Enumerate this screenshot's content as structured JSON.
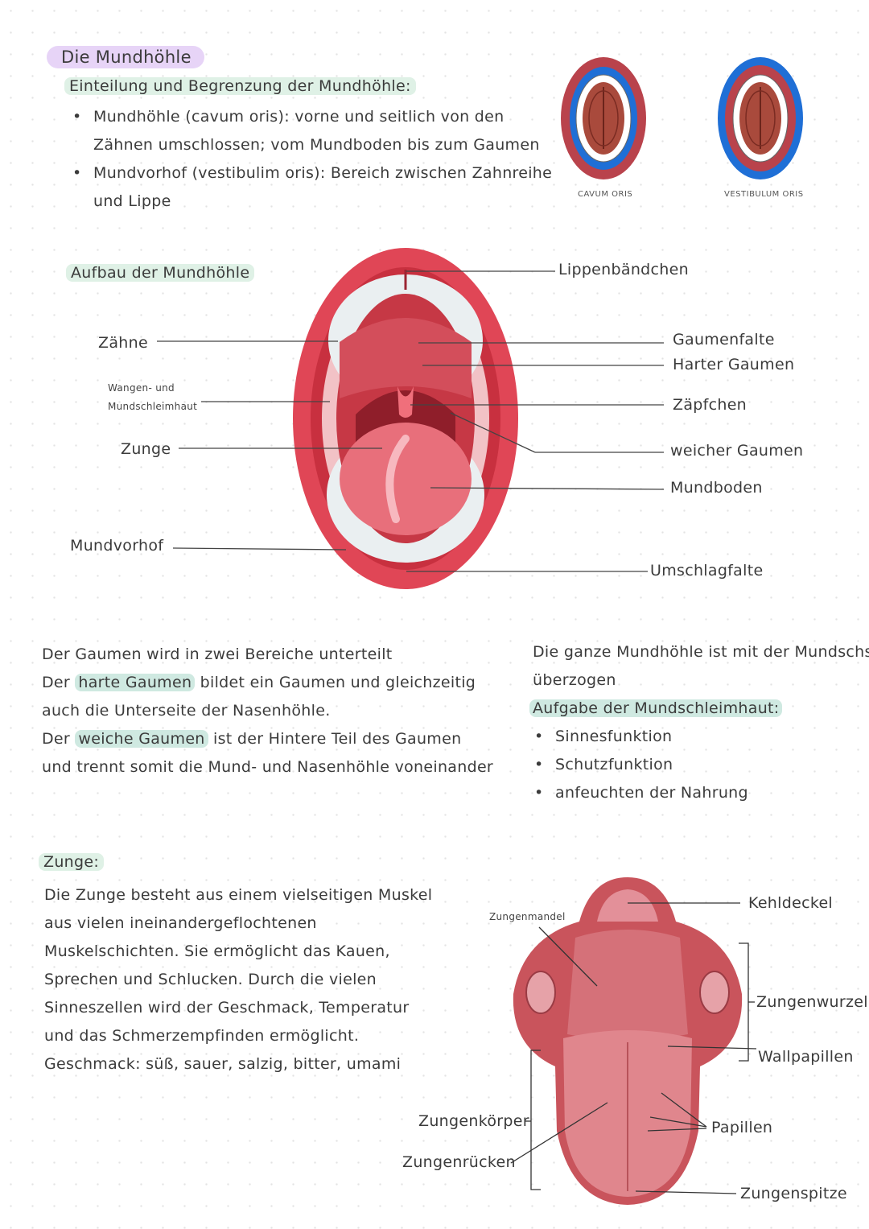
{
  "header": {
    "title": "Die Mundhöhle",
    "subtitle": "Einteilung und Begrenzung der Mundhöhle:",
    "bullets": [
      {
        "line1": "Mundhöhle (cavum oris): vorne und seitlich von den",
        "line2": "Zähnen umschlossen; vom Mundboden bis zum Gaumen"
      },
      {
        "line1": "Mundvorhof (vestibulim oris): Bereich zwischen Zahnreihe",
        "line2": "und Lippe"
      }
    ],
    "captions": [
      "CAVUM ORIS",
      "VESTIBULUM ORIS"
    ]
  },
  "aufbau": {
    "heading": "Aufbau der Mundhöhle",
    "left_labels": {
      "zaehne": "Zähne",
      "wangen1": "Wangen- und",
      "wangen2": "Mundschleimhaut",
      "zunge": "Zunge",
      "mundvorhof": "Mundvorhof"
    },
    "right_labels": {
      "lippenbaendchen": "Lippenbändchen",
      "gaumenfalte": "Gaumenfalte",
      "harter": "Harter Gaumen",
      "zaepfchen": "Zäpfchen",
      "weicher": "weicher Gaumen",
      "mundboden": "Mundboden",
      "umschlagfalte": "Umschlagfalte"
    }
  },
  "gaumen": {
    "l1": "Der Gaumen wird in zwei Bereiche unterteilt",
    "l2_pre": "Der ",
    "l2_hl": "harte Gaumen",
    "l2_post": " bildet ein Gaumen und gleichzeitig",
    "l3": "auch die Unterseite der Nasenhöhle.",
    "l4_pre": "Der ",
    "l4_hl": "weiche Gaumen",
    "l4_post": " ist der Hintere Teil des Gaumen",
    "l5": "und trennt somit die Mund- und Nasenhöhle voneinander"
  },
  "schleimhaut": {
    "l1": "Die ganze Mundhöhle ist mit der Mundschs",
    "l2": "überzogen",
    "heading": "Aufgabe der Mundschleimhaut:",
    "items": [
      "Sinnesfunktion",
      "Schutzfunktion",
      "anfeuchten der Nahrung"
    ]
  },
  "zunge": {
    "heading": "Zunge:",
    "lines": [
      "Die Zunge besteht aus einem vielseitigen Muskel",
      "aus vielen ineinandergeflochtenen",
      "Muskelschichten. Sie ermöglicht das Kauen,",
      "Sprechen und Schlucken. Durch die vielen",
      "Sinneszellen wird der Geschmack, Temperatur",
      "und das Schmerzempfinden ermöglicht.",
      "Geschmack: süß, sauer, salzig, bitter, umami"
    ],
    "labels": {
      "zungenmandel": "Zungenmandel",
      "kehldeckel": "Kehldeckel",
      "zungenwurzel": "Zungenwurzel",
      "wallpapillen": "Wallpapillen",
      "koerper": "Zungenkörper",
      "ruecken": "Zungenrücken",
      "papillen": "Papillen",
      "spitze": "Zungenspitze"
    }
  },
  "colors": {
    "pill": "#e7d4f7",
    "green": "#dff1e6",
    "teal": "#cfe9e1",
    "lip": "#e04656",
    "palate": "#c73a4a",
    "tongue": "#e2808a"
  }
}
